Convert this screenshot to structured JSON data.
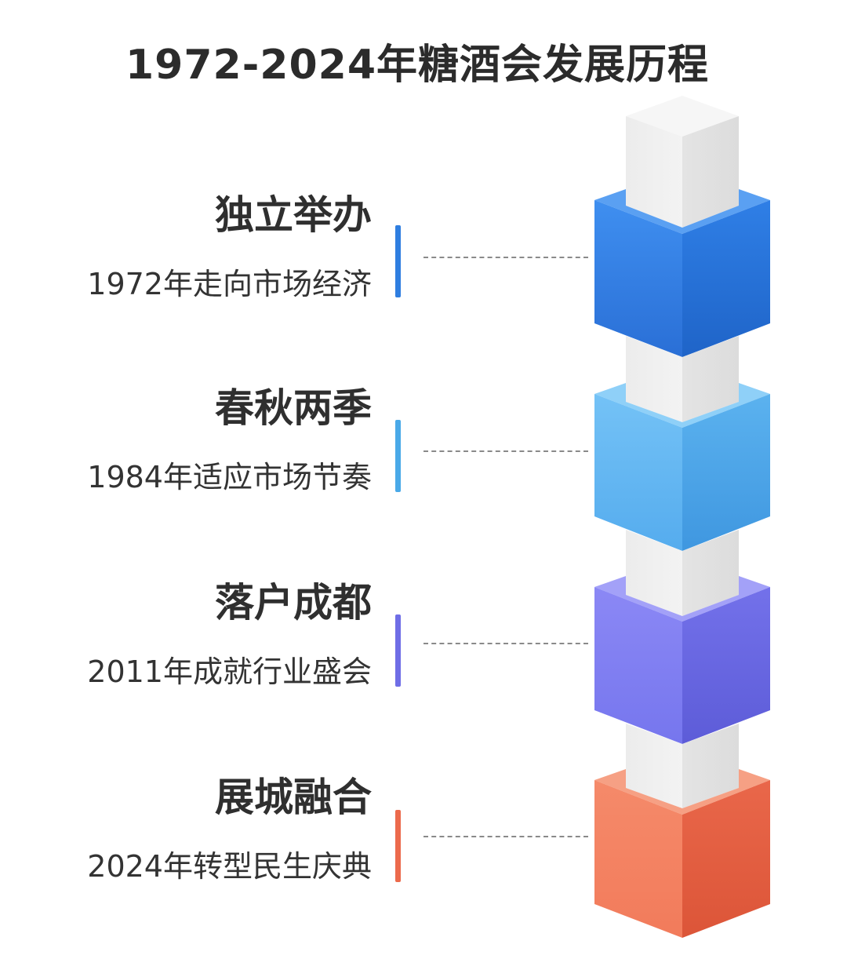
{
  "title": "1972-2024年糖酒会发展历程",
  "events": [
    {
      "heading": "独立举办",
      "subtitle": "1972年走向市场经济",
      "color": "#2f7ee0"
    },
    {
      "heading": "春秋两季",
      "subtitle": "1984年适应市场节奏",
      "color": "#4aa9e8"
    },
    {
      "heading": "落户成都",
      "subtitle": "2011年成就行业盛会",
      "color": "#6f6ee6"
    },
    {
      "heading": "展城融合",
      "subtitle": "2024年转型民生庆典",
      "color": "#ec6a4c"
    }
  ]
}
